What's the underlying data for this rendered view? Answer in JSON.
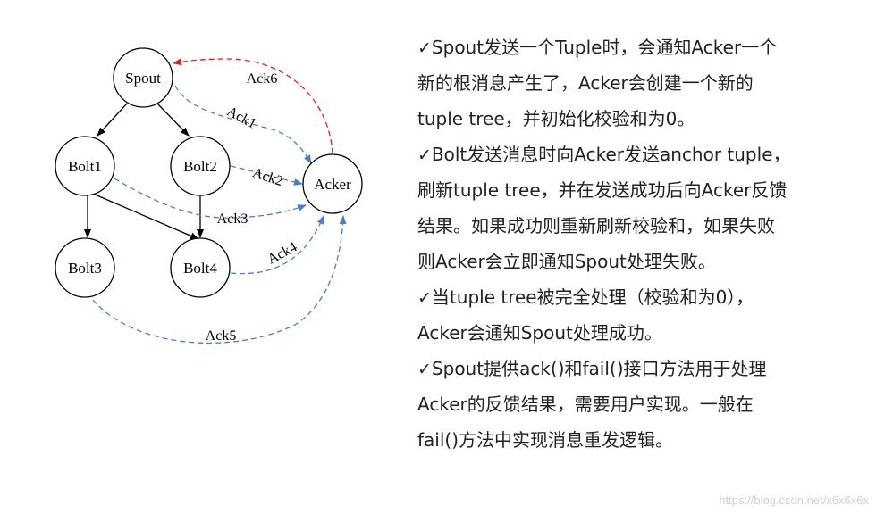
{
  "diagram": {
    "nodes": {
      "spout": "Spout",
      "bolt1": "Bolt1",
      "bolt2": "Bolt2",
      "bolt3": "Bolt3",
      "bolt4": "Bolt4",
      "acker": "Acker"
    },
    "acks": {
      "ack1": "Ack1",
      "ack2": "Ack2",
      "ack3": "Ack3",
      "ack4": "Ack4",
      "ack5": "Ack5",
      "ack6": "Ack6"
    },
    "colors": {
      "ack_blue": "#4a7fc8",
      "ack_red": "#e02020"
    }
  },
  "notes": {
    "check_icon": "✓",
    "lines": [
      "Spout发送一个Tuple时，会通知Acker一个",
      "新的根消息产生了，Acker会创建一个新的",
      "tuple tree，并初始化校验和为0。",
      "Bolt发送消息时向Acker发送anchor tuple，",
      "刷新tuple tree，并在发送成功后向Acker反馈",
      "结果。如果成功则重新刷新校验和，如果失败",
      "则Acker会立即通知Spout处理失败。",
      "当tuple tree被完全处理（校验和为0），",
      "Acker会通知Spout处理成功。",
      "Spout提供ack()和fail()接口方法用于处理",
      "Acker的反馈结果，需要用户实现。一般在",
      "fail()方法中实现消息重发逻辑。"
    ]
  },
  "watermark": "https://blog.csdn.net/x6x6x6x"
}
